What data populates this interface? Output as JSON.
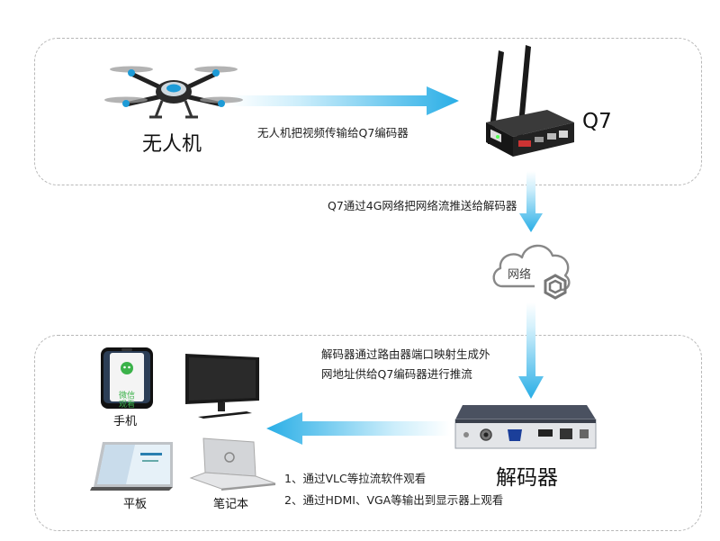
{
  "nodes": {
    "drone_label": "无人机",
    "q7_label": "Q7",
    "cloud_label": "网络",
    "decoder_label": "解码器",
    "phone_label": "手机",
    "tablet_label": "平板",
    "laptop_label": "笔记本"
  },
  "edges": {
    "drone_to_q7": "无人机把视频传输给Q7编码器",
    "q7_to_decoder": "Q7通过4G网络把网络流推送给解码器",
    "decoder_mapping_line1": "解码器通过路由器端口映射生成外",
    "decoder_mapping_line2": "网地址供给Q7编码器进行推流"
  },
  "methods": [
    "1、通过VLC等拉流软件观看",
    "2、通过HDMI、VGA等输出到显示器上观看"
  ],
  "device_text": {
    "phone_app_line1": "微信",
    "phone_app_line2": "观看"
  },
  "colors": {
    "arrow_light": "#e6f6fd",
    "arrow_dark": "#29aee6",
    "panel_border": "#b8b8b8",
    "wechat_green": "#3bb24a"
  }
}
